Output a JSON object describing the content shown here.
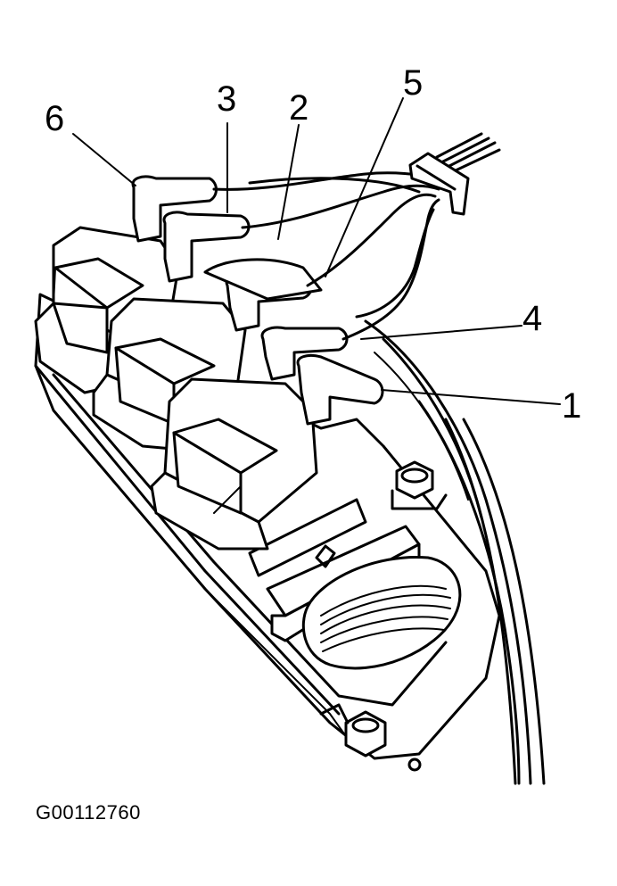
{
  "figure_id": "G00112760",
  "callouts": [
    {
      "id": "1",
      "label": "1"
    },
    {
      "id": "2",
      "label": "2"
    },
    {
      "id": "3",
      "label": "3"
    },
    {
      "id": "4",
      "label": "4"
    },
    {
      "id": "5",
      "label": "5"
    },
    {
      "id": "6",
      "label": "6"
    }
  ],
  "icons": [
    "ignition-coil-pack-drawing",
    "spark-plug-wire",
    "electrical-connector",
    "mounting-bolt"
  ],
  "colors": {
    "ink": "#000000",
    "background": "#ffffff"
  }
}
